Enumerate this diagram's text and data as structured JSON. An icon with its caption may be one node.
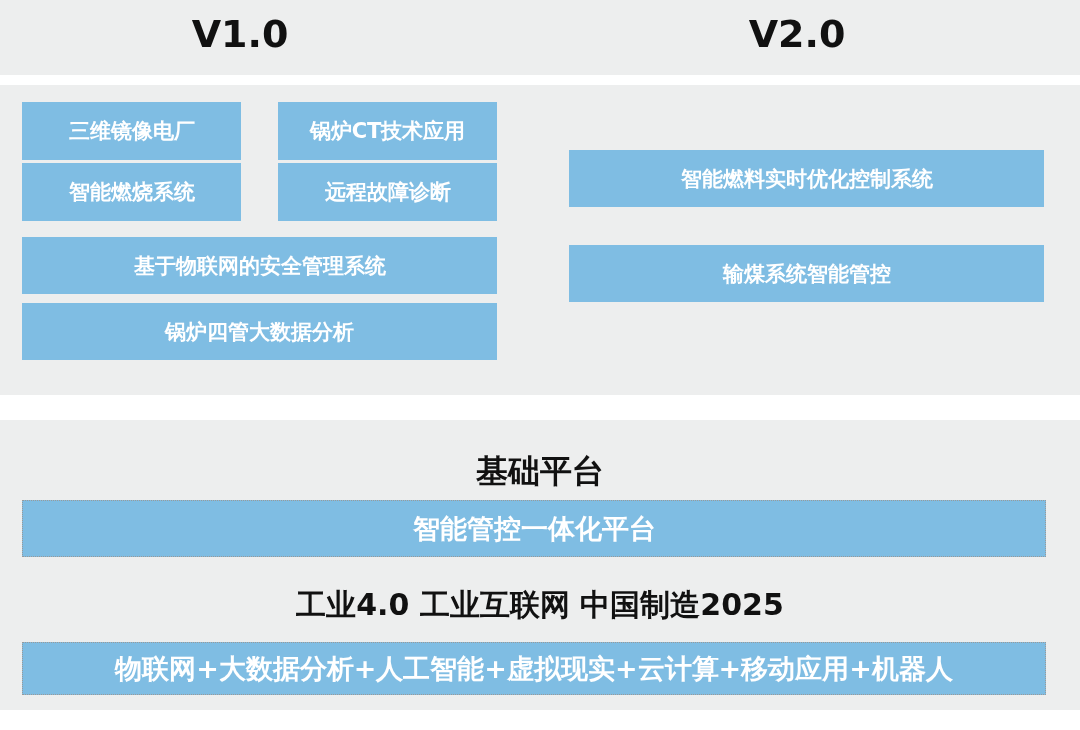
{
  "diagram": {
    "nodes": [
      {
        "text": [
          "三维镜像电厂"
        ]
      },
      {
        "text": [
          "锅炉CT技术应用"
        ]
      },
      {
        "text": [
          "智能燃料实时优化控制系统"
        ]
      },
      {
        "text": [
          "智能燃烧系统"
        ]
      },
      {
        "text": [
          "远程故障诊断"
        ]
      },
      {
        "text": [
          "基于物联网的安全管理系统"
        ]
      },
      {
        "text": [
          "输煤系统智能管控"
        ]
      },
      {
        "text": [
          "锅炉四管大数据分析"
        ]
      },
      {
        "text": [
          "基础平台",
          "工业4.0 工业互联网 中国制造2025"
        ]
      },
      {
        "text": [
          "智能管控一体化平台"
        ],
        "in": 8
      },
      {
        "text": [
          "物联网+大数据分析+人工智能+虚拟现实+云计算+移动应用+机器人"
        ],
        "in": 8
      }
    ],
    "edges": [],
    "labels": [
      "V1.0",
      "V2.0"
    ]
  }
}
